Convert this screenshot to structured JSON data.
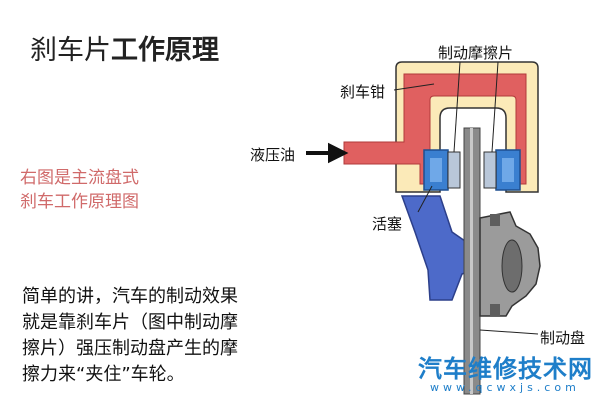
{
  "title": {
    "plain": "刹车片",
    "bold": "工作原理"
  },
  "caption": {
    "line1": "右图是主流盘式",
    "line2": "刹车工作原理图"
  },
  "description": {
    "line1": "简单的讲，汽车的制动效果",
    "line2": "就是靠刹车片（图中制动摩",
    "line3": "擦片）强压制动盘产生的摩",
    "line4": "擦力来“夹住”车轮。"
  },
  "labels": {
    "brake_pad": "制动摩擦片",
    "caliper": "刹车钳",
    "hydraulic_oil": "液压油",
    "piston": "活塞",
    "brake_disc": "制动盘"
  },
  "watermark": {
    "main": "汽车维修技术网",
    "url": "www.qcwxjs.com"
  },
  "colors": {
    "caliper_red": "#e06060",
    "caliper_shell": "#fbeab8",
    "piston_blue": "#3a7fd0",
    "bracket_blue": "#4d6ac9",
    "disc_gray": "#8a8a8a",
    "caption_red": "#d06a6a",
    "watermark_blue": "#1e7ec9"
  }
}
